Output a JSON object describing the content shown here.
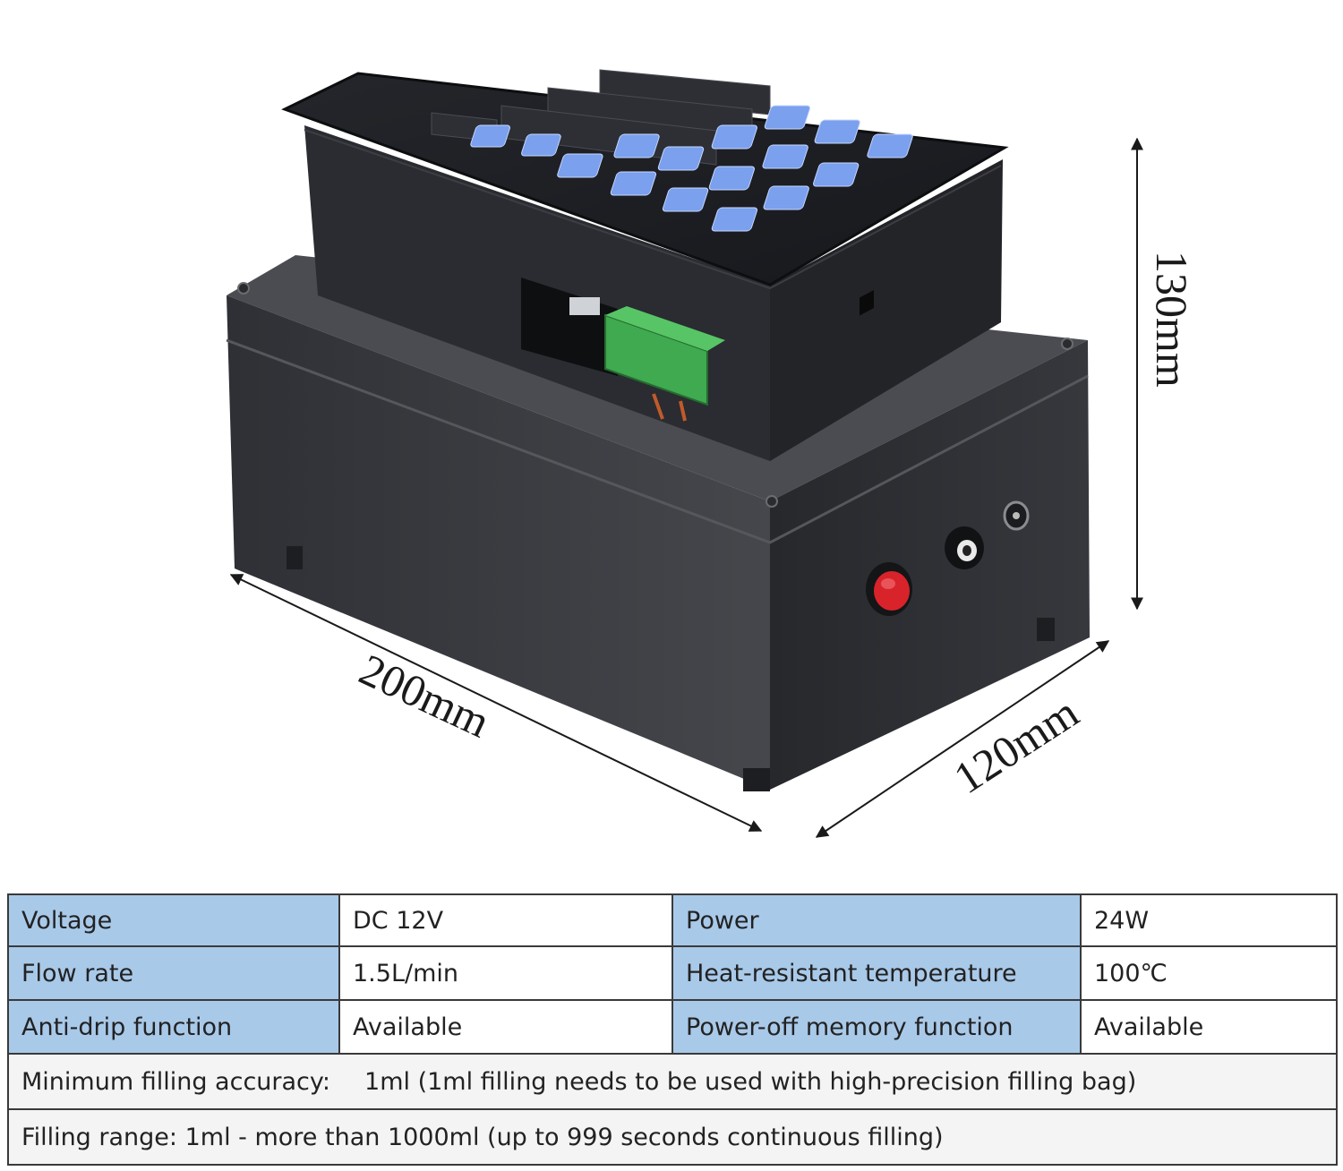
{
  "dimensions": {
    "height": "130mm",
    "length": "200mm",
    "width": "120mm"
  },
  "colors": {
    "label_fill": "#a9c9e9",
    "housing": "#3b3d42",
    "panel": "#1f2126",
    "keys": "#7aa0ee",
    "terminal": "#3faa4f",
    "button": "#d8232a"
  },
  "specs": {
    "rows": [
      {
        "label1": "Voltage",
        "value1": "DC 12V",
        "label2": "Power",
        "value2": "24W"
      },
      {
        "label1": "Flow rate",
        "value1": "1.5L/min",
        "label2": "Heat-resistant temperature",
        "value2": "100℃"
      },
      {
        "label1": "Anti-drip function",
        "value1": "Available",
        "label2": "Power-off memory function",
        "value2": "Available"
      }
    ],
    "accuracy_label": "Minimum filling accuracy:",
    "accuracy_value": "1ml (1ml filling needs to be used with high-precision filling bag)",
    "range_text": "Filling range: 1ml - more than 1000ml (up to 999 seconds continuous filling)"
  }
}
